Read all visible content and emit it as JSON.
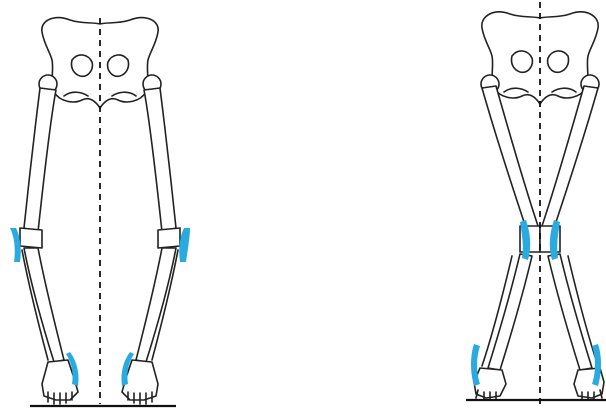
{
  "colors": {
    "accent": "#29aae1",
    "line": "#222222",
    "background": "#ffffff"
  },
  "figure": {
    "panels": [
      {
        "id": "left",
        "description_marks": [
          "pelvis",
          "femur-left",
          "femur-right",
          "tibia-left",
          "tibia-right",
          "foot-left",
          "foot-right",
          "midline",
          "ground",
          "knee-pad-left",
          "knee-pad-right",
          "ankle-pad-left",
          "ankle-pad-right"
        ]
      },
      {
        "id": "right",
        "description_marks": [
          "pelvis",
          "femur-left",
          "femur-right",
          "tibia-left",
          "tibia-right",
          "foot-left",
          "foot-right",
          "midline",
          "ground",
          "knee-pad-left",
          "knee-pad-right",
          "ankle-pad-left",
          "ankle-pad-right"
        ]
      }
    ]
  }
}
